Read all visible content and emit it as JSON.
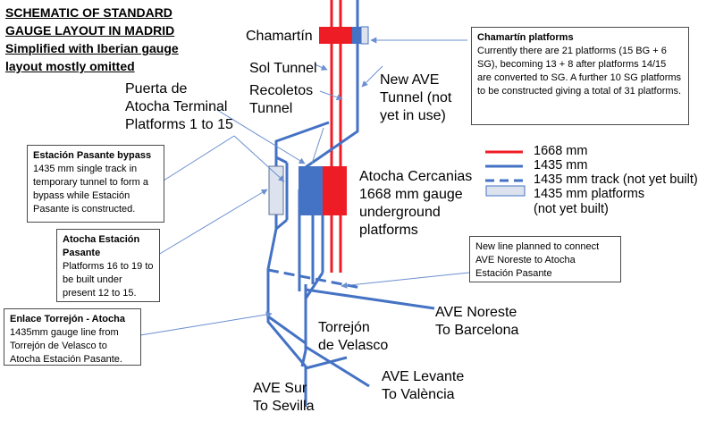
{
  "heading": {
    "line1": "SCHEMATIC OF STANDARD",
    "line2": "GAUGE LAYOUT IN MADRID",
    "line3": "Simplified with Iberian gauge",
    "line4": "layout mostly omitted"
  },
  "labels": {
    "chamartin": "Chamartín",
    "sol_tunnel": "Sol Tunnel",
    "recoletos_tunnel": "Recoletos\nTunnel",
    "new_ave_tunnel": "New AVE\nTunnel (not\nyet in use)",
    "puerta_de_atocha": "Puerta de\nAtocha Terminal\nPlatforms 1 to 15",
    "atocha_cercanias": "Atocha Cercanias\n1668 mm gauge\nunderground\nplatforms",
    "torrejon": "Torrejón\nde Velasco",
    "ave_noreste": "AVE Noreste\nTo Barcelona",
    "ave_levante": "AVE Levante\nTo València",
    "ave_sur": "AVE Sur\nTo Sevilla"
  },
  "callouts": {
    "chamartin_platforms": {
      "title": "Chamartín platforms",
      "body": "Currently there are  21 platforms  (15 BG + 6 SG), becoming 13 + 8 after platforms 14/15 are converted to SG. A further 10 SG platforms to be constructed giving a total of 31 platforms."
    },
    "estacion_pasante_bypass": {
      "title": "Estación Pasante bypass",
      "body": "1435 mm single track in temporary tunnel to form a bypass while Estación Pasante is constructed."
    },
    "atocha_estacion_pasante": {
      "title": "Atocha Estación\nPasante",
      "body": "Platforms 16 to 19 to be built under present 12 to 15."
    },
    "enlace_torrejon": {
      "title": "Enlace Torrejón - Atocha",
      "body": "1435mm gauge line from Torrejón de Velasco to Atocha Estación Pasante."
    },
    "new_line_noreste": {
      "body": "New line planned to connect AVE Noreste to Atocha Estación Pasante"
    }
  },
  "legend": [
    {
      "label": "1668 mm",
      "kind": "red-line"
    },
    {
      "label": "1435 mm",
      "kind": "blue-line"
    },
    {
      "label": "1435 mm track (not yet built)",
      "kind": "blue-dashed"
    },
    {
      "label": "1435 mm platforms\n(not yet built)",
      "kind": "platform-box"
    }
  ],
  "colors": {
    "iberian_gauge": "#ee1c25",
    "standard_gauge": "#4472c4",
    "standard_platform": "#4472c4",
    "planned_platform": "#dde3ee",
    "arrow": "#6b8fd0",
    "callout_border": "#4a4a4a"
  }
}
